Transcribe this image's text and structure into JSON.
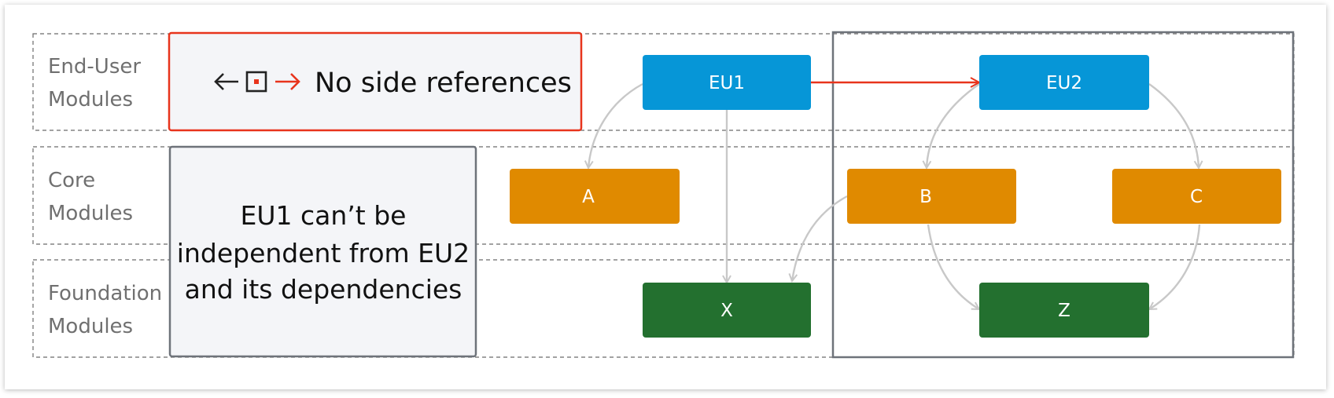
{
  "layers": [
    {
      "line1": "End-User",
      "line2": "Modules"
    },
    {
      "line1": "Core",
      "line2": "Modules"
    },
    {
      "line1": "Foundation",
      "line2": "Modules"
    }
  ],
  "rule_box": {
    "text": "No side references"
  },
  "note_box": {
    "lines": [
      "EU1 can’t be",
      "independent from EU2",
      "and its dependencies"
    ]
  },
  "nodes": {
    "eu1": "EU1",
    "eu2": "EU2",
    "a": "A",
    "b": "B",
    "c": "C",
    "x": "X",
    "z": "Z"
  },
  "colors": {
    "end_user": "#0696d7",
    "core": "#e08a00",
    "foundation": "#23702f",
    "side_reference": "#e8341c",
    "dependency_arrow": "#c8c8c8",
    "layer_border": "#6b6b6b",
    "group_border": "#6e737a",
    "note_fill": "#f4f5f8"
  },
  "icons": [
    "left-arrow-icon",
    "module-square-icon",
    "right-arrow-icon"
  ]
}
